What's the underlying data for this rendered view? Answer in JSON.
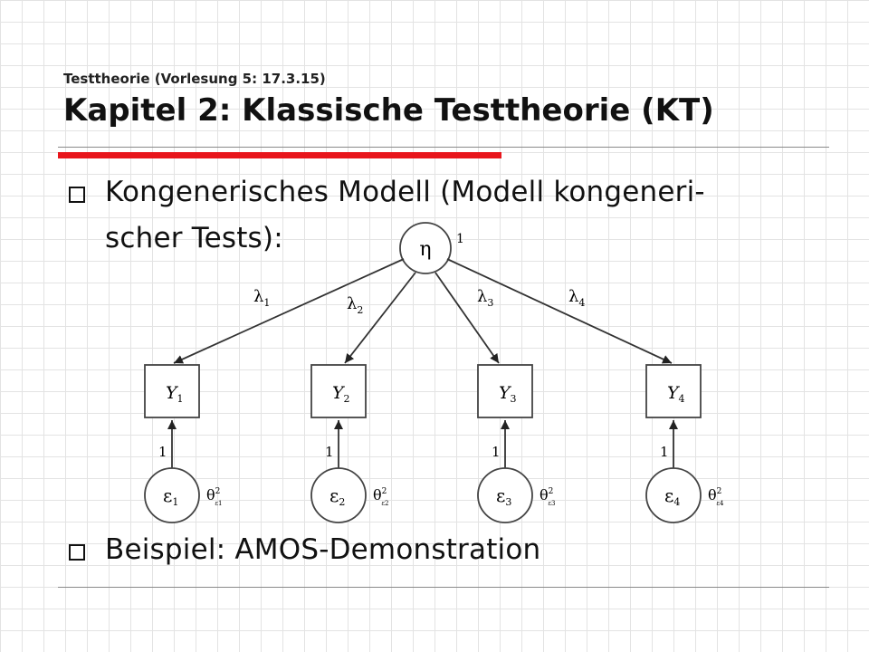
{
  "header": {
    "subtitle": "Testtheorie (Vorlesung 5: 17.3.15)",
    "title": "Kapitel 2: Klassische Testtheorie (KT)"
  },
  "bullets": [
    {
      "line1": "Kongenerisches Modell (Modell kongeneri-",
      "line2": "scher Tests):"
    },
    {
      "line1": "Beispiel: AMOS-Demonstration"
    }
  ],
  "diagram": {
    "latent": {
      "symbol": "η",
      "variance": "1"
    },
    "loadings": [
      {
        "base": "λ",
        "sub": "1"
      },
      {
        "base": "λ",
        "sub": "2"
      },
      {
        "base": "λ",
        "sub": "3"
      },
      {
        "base": "λ",
        "sub": "4"
      }
    ],
    "indicators": [
      {
        "base": "Y",
        "sub": "1"
      },
      {
        "base": "Y",
        "sub": "2"
      },
      {
        "base": "Y",
        "sub": "3"
      },
      {
        "base": "Y",
        "sub": "4"
      }
    ],
    "error_paths": [
      "1",
      "1",
      "1",
      "1"
    ],
    "errors": [
      {
        "base": "ε",
        "sub": "1",
        "var_base": "θ",
        "var_sup": "2",
        "var_sub": "ε1"
      },
      {
        "base": "ε",
        "sub": "2",
        "var_base": "θ",
        "var_sup": "2",
        "var_sub": "ε2"
      },
      {
        "base": "ε",
        "sub": "3",
        "var_base": "θ",
        "var_sup": "2",
        "var_sub": "ε3"
      },
      {
        "base": "ε",
        "sub": "4",
        "var_base": "θ",
        "var_sup": "2",
        "var_sub": "ε4"
      }
    ]
  }
}
